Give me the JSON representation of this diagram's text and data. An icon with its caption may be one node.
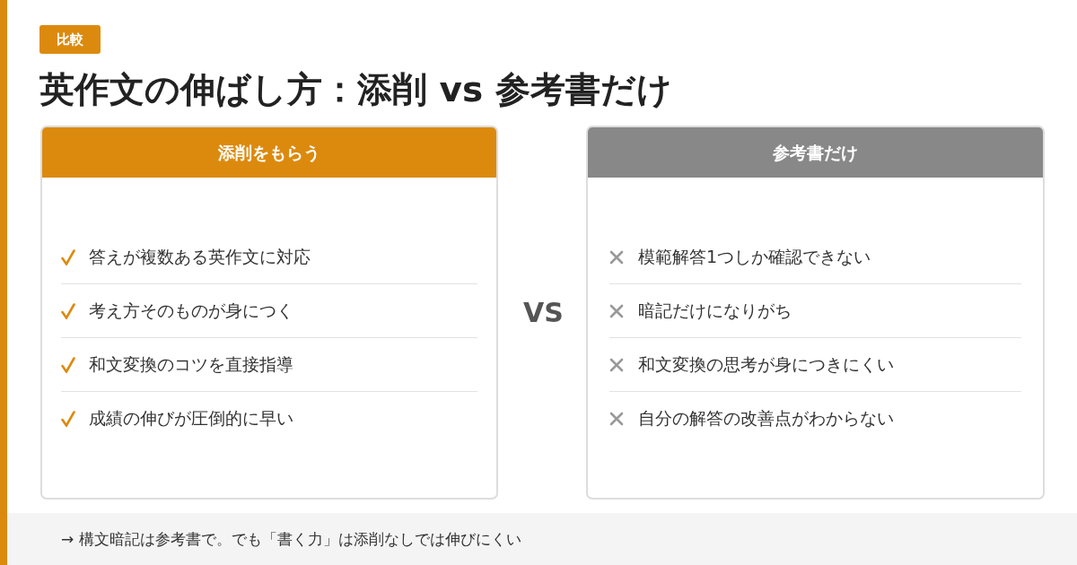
{
  "diagram": {
    "title": "英作文の伸ばし方：添削 vs 参考書だけ",
    "nodes": [
      {
        "text": [
          "比較"
        ]
      },
      {
        "text": [
          "添削をもらう",
          "答えが複数ある英作文に対応",
          "考え方そのものが身につく",
          "和文変換のコツを直接指導",
          "成績の伸びが圧倒的に早い"
        ]
      },
      {
        "text": [
          "参考書だけ",
          "模範解答1つしか確認できない",
          "暗記だけになりがち",
          "和文変換の思考が身につきにくい",
          "自分の解答の改善点がわからない"
        ]
      },
      {
        "text": [
          "→ 構文暗記は参考書で。でも「書く力」は添削なしでは伸びにくい"
        ]
      }
    ],
    "labels": [
      "VS"
    ]
  }
}
